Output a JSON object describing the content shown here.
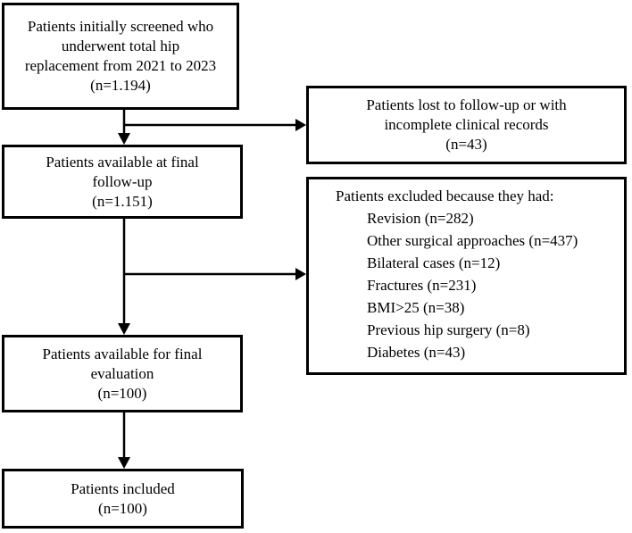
{
  "diagram": {
    "type": "patient-flowchart",
    "colors": {
      "line": "#000000",
      "text": "#000000",
      "background": "#ffffff"
    },
    "boxes": {
      "screened": {
        "lines": [
          "Patients initially screened who",
          "underwent total hip",
          "replacement from 2021 to 2023",
          "(n=1.194)"
        ]
      },
      "lost_followup": {
        "lines": [
          "Patients lost to follow-up or with",
          "incomplete clinical records",
          "(n=43)"
        ]
      },
      "available_followup": {
        "lines": [
          "Patients available at final",
          "follow-up",
          "(n=1.151)"
        ]
      },
      "excluded": {
        "header": "Patients excluded because they had:",
        "items": [
          "Revision (n=282)",
          "Other surgical approaches (n=437)",
          "Bilateral cases (n=12)",
          "Fractures (n=231)",
          "BMI>25 (n=38)",
          "Previous hip surgery (n=8)",
          "Diabetes (n=43)"
        ]
      },
      "final_evaluation": {
        "lines": [
          "Patients available for final",
          "evaluation",
          "(n=100)"
        ]
      },
      "included": {
        "lines": [
          "Patients included",
          "(n=100)"
        ]
      }
    }
  }
}
